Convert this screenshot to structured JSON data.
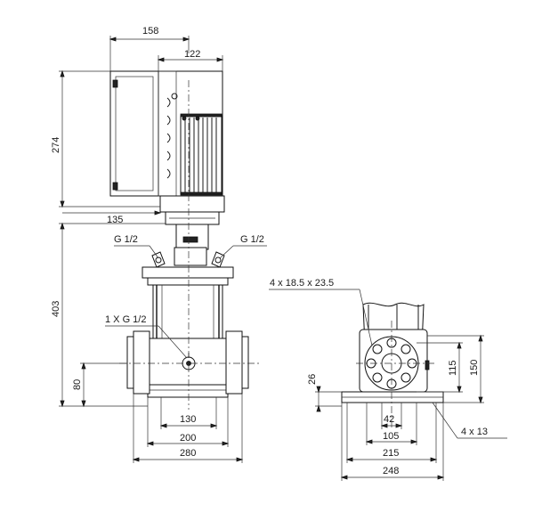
{
  "front_view": {
    "dims": {
      "w158": "158",
      "w122": "122",
      "h274": "274",
      "w135": "135",
      "h403": "403",
      "h80": "80",
      "w130": "130",
      "w200": "200",
      "w280": "280"
    },
    "ports": {
      "left": "G 1/2",
      "right": "G 1/2",
      "drain": "1 X G 1/2"
    }
  },
  "side_view": {
    "dims": {
      "bolts": "4 x 18.5  x 23.5",
      "h115": "115",
      "h150": "150",
      "h26": "26",
      "w42": "42",
      "w105": "105",
      "w215": "215",
      "w248": "248",
      "holes": "4  x  13"
    }
  }
}
